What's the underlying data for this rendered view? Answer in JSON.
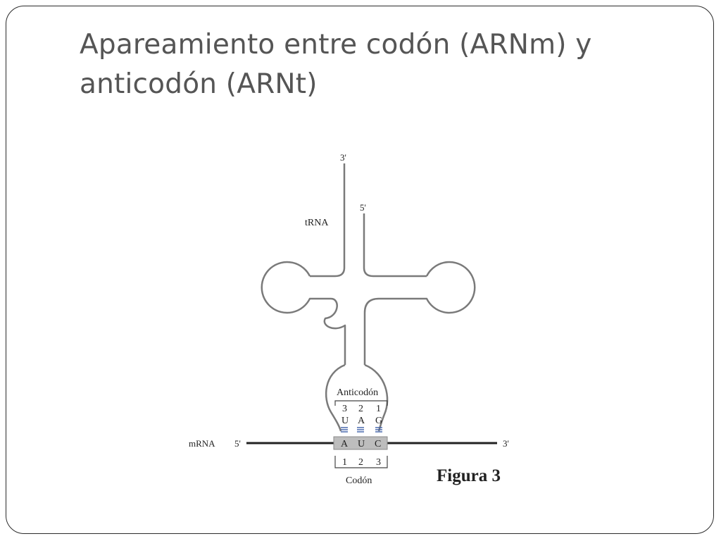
{
  "slide": {
    "title": "Apareamiento entre codón (ARNm) y anticodón (ARNt)"
  },
  "diagram": {
    "trna_label": "tRNA",
    "trna_end_3": "3'",
    "trna_end_5": "5'",
    "anticodon_label": "Anticodón",
    "anticodon_positions": [
      "3",
      "2",
      "1"
    ],
    "anticodon_bases": [
      "U",
      "A",
      "G"
    ],
    "codon_bases": [
      "A",
      "U",
      "C"
    ],
    "codon_positions": [
      "1",
      "2",
      "3"
    ],
    "codon_label": "Codón",
    "mrna_label": "mRNA",
    "mrna_end_5": "5'",
    "mrna_end_3": "3'",
    "figure_label": "Figura 3",
    "colors": {
      "line": "#7a7a7a",
      "pairing": "#3d5fa8",
      "codon_fill": "#bdbdbd",
      "mrna": "#222222"
    }
  }
}
